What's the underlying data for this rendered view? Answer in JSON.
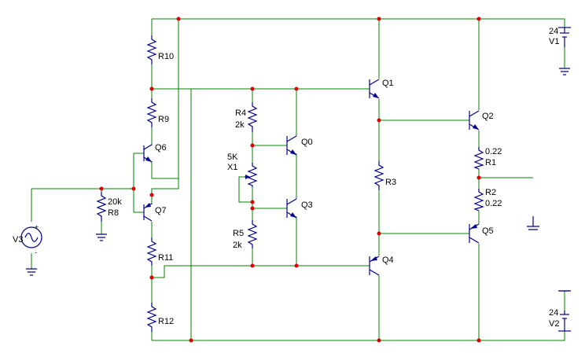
{
  "components": {
    "R10": {
      "name": "R10",
      "value": ""
    },
    "R9": {
      "name": "R9",
      "value": ""
    },
    "R8": {
      "name": "R8",
      "value": "20k"
    },
    "R11": {
      "name": "R11",
      "value": ""
    },
    "R12": {
      "name": "R12",
      "value": ""
    },
    "R4": {
      "name": "R4",
      "value": "2k"
    },
    "R5": {
      "name": "R5",
      "value": "2k"
    },
    "X1": {
      "name": "X1",
      "value": "5K"
    },
    "R3": {
      "name": "R3",
      "value": ""
    },
    "R1": {
      "name": "R1",
      "value": "0.22"
    },
    "R2": {
      "name": "R2",
      "value": "0.22"
    },
    "Q0": {
      "name": "Q0"
    },
    "Q1": {
      "name": "Q1"
    },
    "Q2": {
      "name": "Q2"
    },
    "Q3": {
      "name": "Q3"
    },
    "Q4": {
      "name": "Q4"
    },
    "Q5": {
      "name": "Q5"
    },
    "Q6": {
      "name": "Q6"
    },
    "Q7": {
      "name": "Q7"
    },
    "V1": {
      "name": "V1",
      "value": "24"
    },
    "V2": {
      "name": "V2",
      "value": "24"
    },
    "V3": {
      "name": "V3",
      "plus": "+",
      "minus": "-"
    }
  },
  "colors": {
    "wire": "#008000",
    "component": "#00008b",
    "junction": "#dd0000",
    "text": "#000000",
    "background": "#ffffff"
  }
}
